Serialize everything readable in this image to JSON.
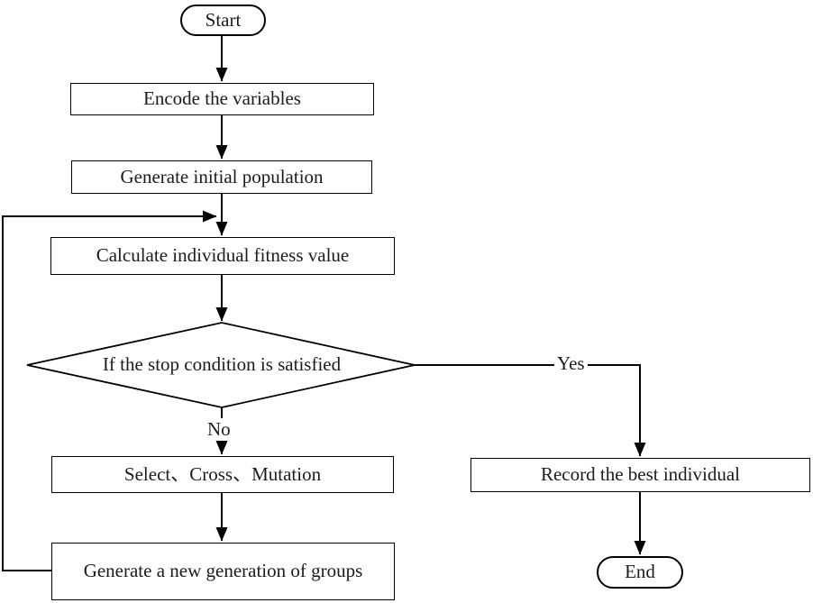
{
  "nodes": {
    "start": {
      "label": "Start",
      "type": "terminator"
    },
    "encode": {
      "label": "Encode the variables",
      "type": "process"
    },
    "generate_initial": {
      "label": "Generate initial population",
      "type": "process"
    },
    "calculate_fitness": {
      "label": "Calculate individual fitness value",
      "type": "process"
    },
    "stop_condition": {
      "label": "If the stop condition is satisfied",
      "type": "decision"
    },
    "select_cross_mutation": {
      "label": "Select、Cross、Mutation",
      "type": "process"
    },
    "generate_new_groups": {
      "label": "Generate a new generation of groups",
      "type": "process"
    },
    "record_best": {
      "label": "Record the best individual",
      "type": "process"
    },
    "end": {
      "label": "End",
      "type": "terminator"
    }
  },
  "edges": {
    "yes_label": "Yes",
    "no_label": "No"
  },
  "colors": {
    "line": "#000000",
    "text": "#1c1c1c",
    "background": "#ffffff",
    "node_fill": "#ffffff"
  }
}
